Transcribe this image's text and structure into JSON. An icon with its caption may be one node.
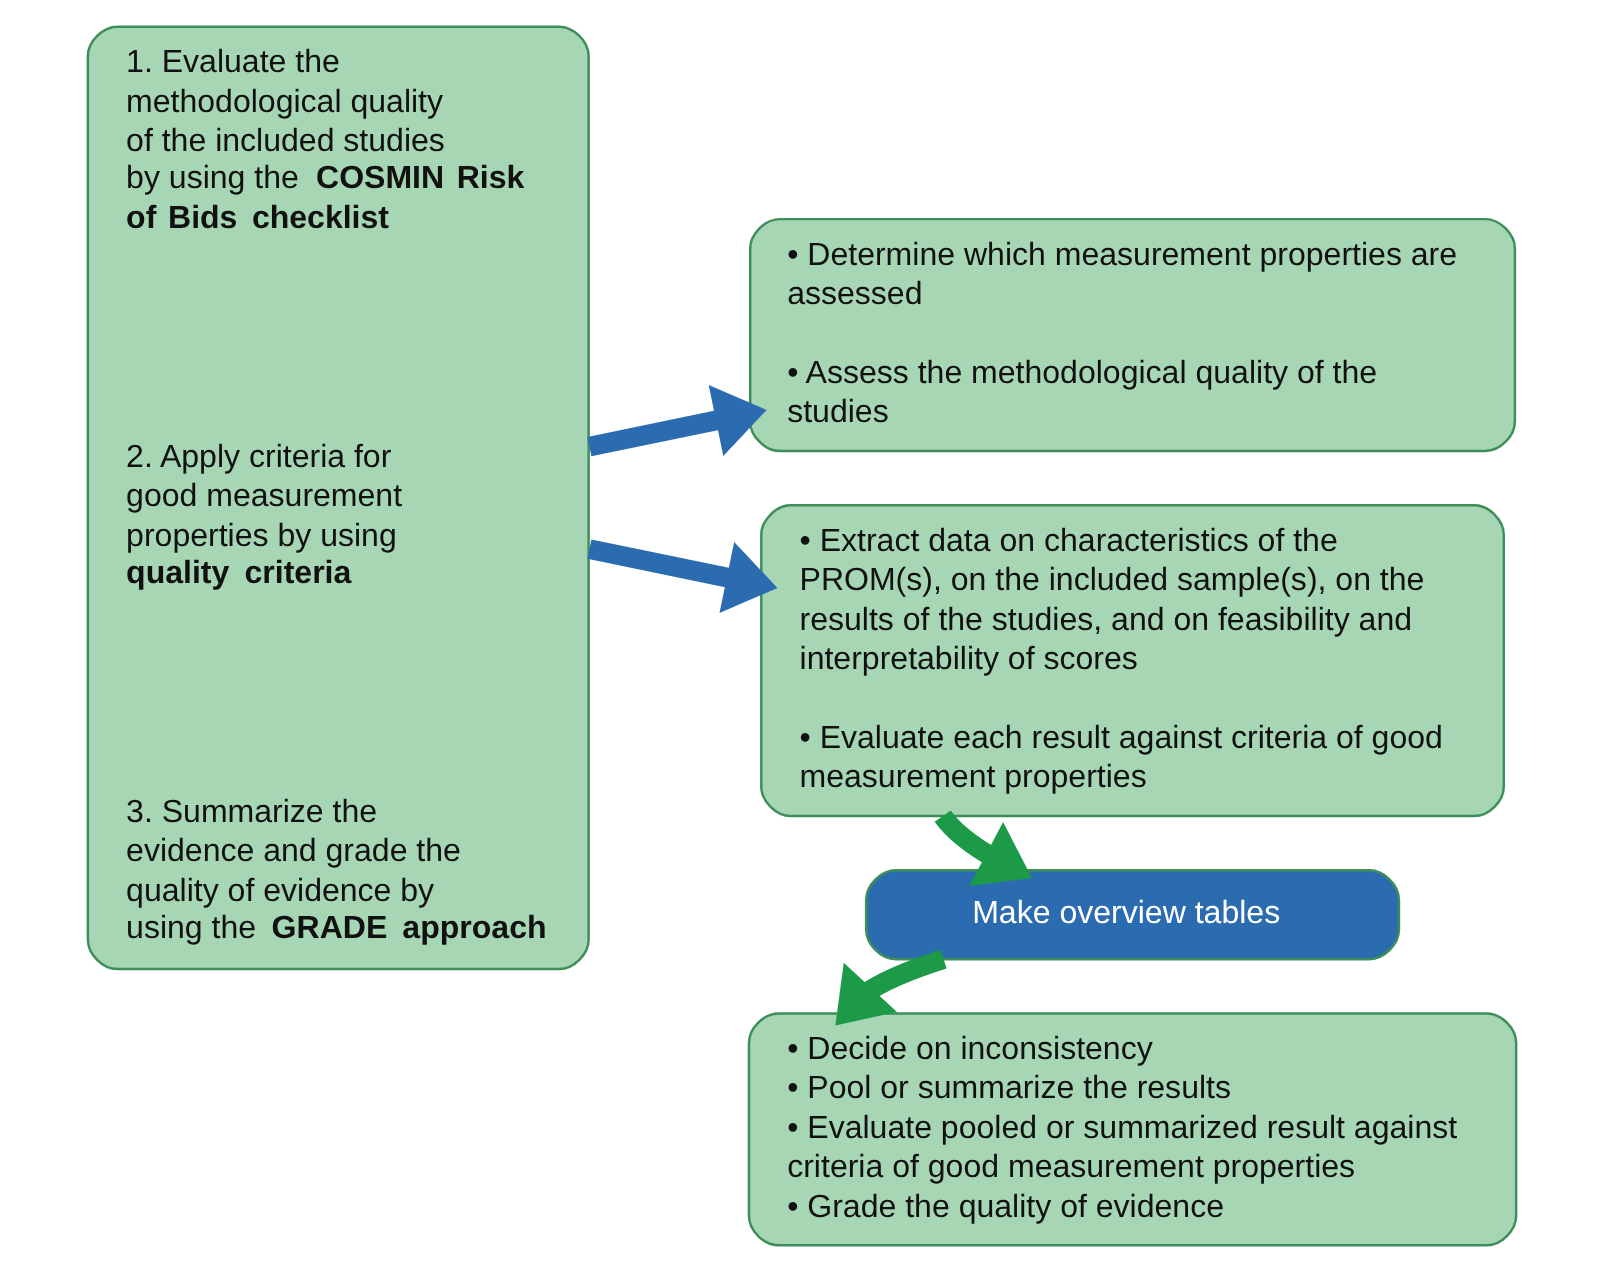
{
  "diagram": {
    "nodes": [
      {
        "text": [
          "1. Evaluate the methodological quality of the included studies by using the **COSMIN Risk of Bids checklist**",
          "2. Apply criteria for good measurement properties by using **quality criteria**",
          "3. Summarize the evidence and grade the quality of evidence by using the **GRADE approach**"
        ]
      },
      {
        "text": [
          "• Determine which measurement properties are assessed",
          "• Assess the methodological quality of the studies"
        ]
      },
      {
        "text": [
          "• Extract data on characteristics of the PROM(s), on the included sample(s), on the results of the studies, and on feasibility and interpretability of scores",
          "• Evaluate each result against criteria of good measurement properties"
        ]
      },
      {
        "text": [
          "Make overview tables"
        ]
      },
      {
        "text": [
          "• Decide on inconsistency",
          "• Pool or summarize the results",
          "• Evaluate pooled or summarized result against criteria of good measurement properties",
          "• Grade the quality of evidence"
        ]
      }
    ],
    "edges": [
      {
        "from": 0,
        "to": 1,
        "arrow": "to",
        "color": "#2b6cb0"
      },
      {
        "from": 0,
        "to": 2,
        "arrow": "to",
        "color": "#2b6cb0"
      },
      {
        "from": 2,
        "to": 3,
        "arrow": "to",
        "color": "#1d9a48"
      },
      {
        "from": 3,
        "to": 4,
        "arrow": "to",
        "color": "#1d9a48"
      }
    ]
  }
}
